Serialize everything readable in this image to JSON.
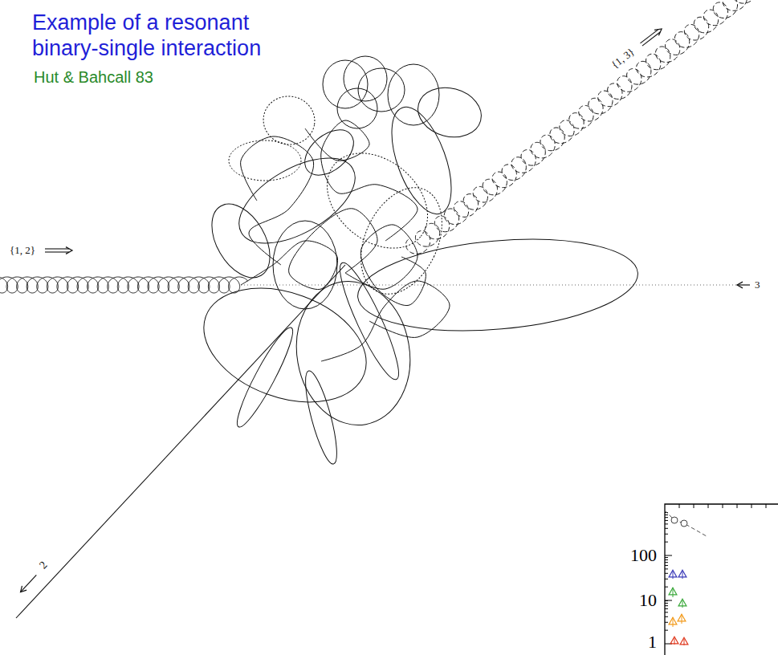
{
  "diagram": {
    "title": "Example of a resonant binary-single interaction",
    "labels": [
      "Hut & Bahcall 83",
      "{1, 2}",
      "3",
      "2",
      "{1, 3}",
      "100",
      "10",
      "1"
    ]
  }
}
